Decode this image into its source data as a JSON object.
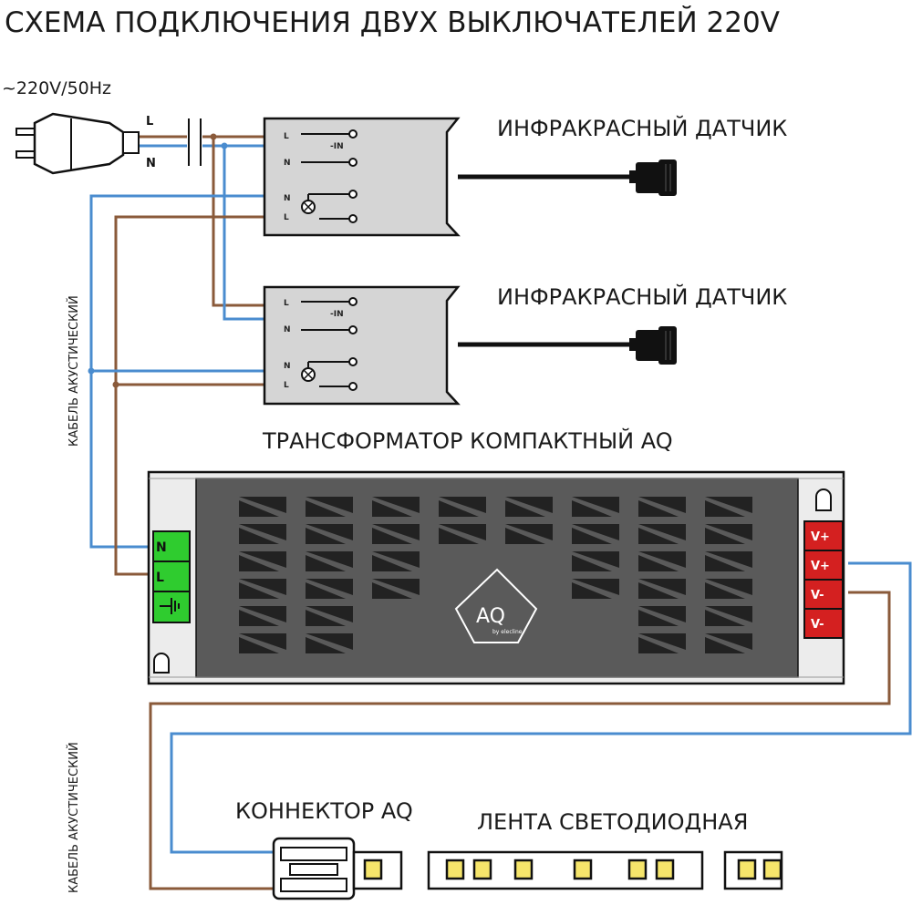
{
  "title": "СХЕМА ПОДКЛЮЧЕНИЯ ДВУХ ВЫКЛЮЧАТЕЛЕЙ 220V",
  "mains_label": "~220V/50Hz",
  "plug": {
    "l": "L",
    "n": "N"
  },
  "sensors": [
    {
      "label": "ИНФРАКРАСНЫЙ ДАТЧИК",
      "terms": [
        "L",
        "N",
        "N",
        "L"
      ],
      "in_label": "-IN"
    },
    {
      "label": "ИНФРАКРАСНЫЙ ДАТЧИК",
      "terms": [
        "L",
        "N",
        "N",
        "L"
      ],
      "in_label": "-IN"
    }
  ],
  "transformer": {
    "label": "ТРАНСФОРМАТОР КОМПАКТНЫЙ AQ",
    "input_terms": [
      "N",
      "L",
      "⏚"
    ],
    "output_terms": [
      "V+",
      "V+",
      "V-",
      "V-"
    ],
    "logo_text": "AQ",
    "logo_sub": "by elecline"
  },
  "cable_label_top": "КАБЕЛЬ АКУСТИЧЕСКИЙ",
  "cable_label_bottom": "КАБЕЛЬ АКУСТИЧЕСКИЙ",
  "connector_label": "КОННЕКТОР AQ",
  "strip_label": "ЛЕНТА СВЕТОДИОДНАЯ",
  "colors": {
    "blue_wire": "#4a8ccf",
    "brown_wire": "#8a5a3a",
    "green_terminal": "#2fcc2f",
    "red_terminal": "#d42020",
    "transformer_body": "#5a5a5a"
  }
}
